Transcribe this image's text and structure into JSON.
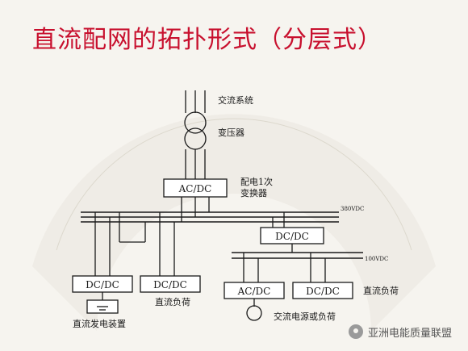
{
  "slide": {
    "title": "直流配网的拓扑形式（分层式）"
  },
  "diagram": {
    "ac_system": "交流系统",
    "transformer": "变压器",
    "ac_dc_main": "AC/DC",
    "primary_conversion": [
      "配电1次",
      "变换器"
    ],
    "bus_380": "380VDC",
    "dc_dc_mid": "DC/DC",
    "bus_100": "100VDC",
    "dc_dc_left1": "DC/DC",
    "dc_dc_left2": "DC/DC",
    "ac_dc_lower": "AC/DC",
    "dc_dc_lower": "DC/DC",
    "dc_load_right": "直流负荷",
    "dc_load_left": "直流负荷",
    "dc_generator": "直流发电装置",
    "ac_source_load": "交流电源或负荷"
  },
  "watermark": {
    "text": "亚洲电能质量联盟"
  },
  "colors": {
    "title": "#c8102e",
    "background": "#f6f4ef",
    "line": "#1a1a1a"
  }
}
